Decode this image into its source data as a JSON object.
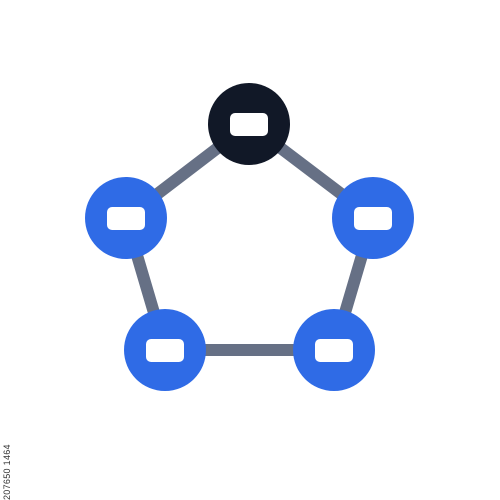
{
  "icon": {
    "name": "network-pentagon-icon",
    "colors": {
      "top_node": "#111827",
      "node": "#2F6BE6",
      "edge": "#667085",
      "node_inner": "#ffffff"
    },
    "nodes": [
      {
        "name": "top-node",
        "role": "hub"
      },
      {
        "name": "left-node",
        "role": "peer"
      },
      {
        "name": "right-node",
        "role": "peer"
      },
      {
        "name": "bottom-left-node",
        "role": "peer"
      },
      {
        "name": "bottom-right-node",
        "role": "peer"
      }
    ]
  },
  "stock_id": "207650 1464"
}
